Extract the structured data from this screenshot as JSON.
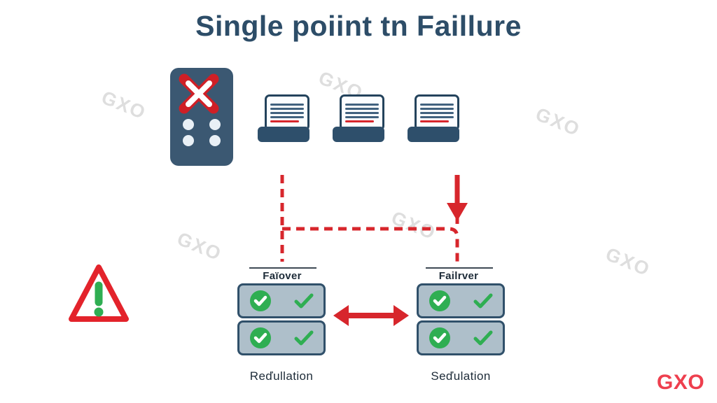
{
  "title": "Single poiint tn Faillure",
  "watermark": {
    "text": "GXO"
  },
  "brand": {
    "logo": "GXO"
  },
  "labels": {
    "left_connector": "Faïover",
    "right_connector": "Failrver",
    "left_caption": "Reďullation",
    "right_caption": "Seďulation"
  },
  "icons": [
    "failed-server-icon",
    "red-x-icon",
    "workstation-icon",
    "warning-triangle-icon",
    "exclamation-icon",
    "down-arrow-icon",
    "dashed-connector-line",
    "double-arrow-icon",
    "check-badge-icon",
    "checkmark-icon"
  ],
  "colors": {
    "background": "#ffffff",
    "title": "#2d4d68",
    "navy": "#2e4f6b",
    "navy_dark": "#24435c",
    "server_fill": "#3b5872",
    "server_dot": "#e9f0f6",
    "screen_bg": "#fbfdff",
    "screen_line_blue": "#41627f",
    "red": "#d7262c",
    "x_red": "#cf1f26",
    "triangle_red": "#e3232b",
    "green": "#2fae52",
    "box_fill": "#aebfca",
    "box_border": "#30506a",
    "rule_gray": "#3f4a55",
    "label_dark": "#1d2b38",
    "watermark_gray": "#dedede",
    "brand_red": "#ee3f4e"
  }
}
